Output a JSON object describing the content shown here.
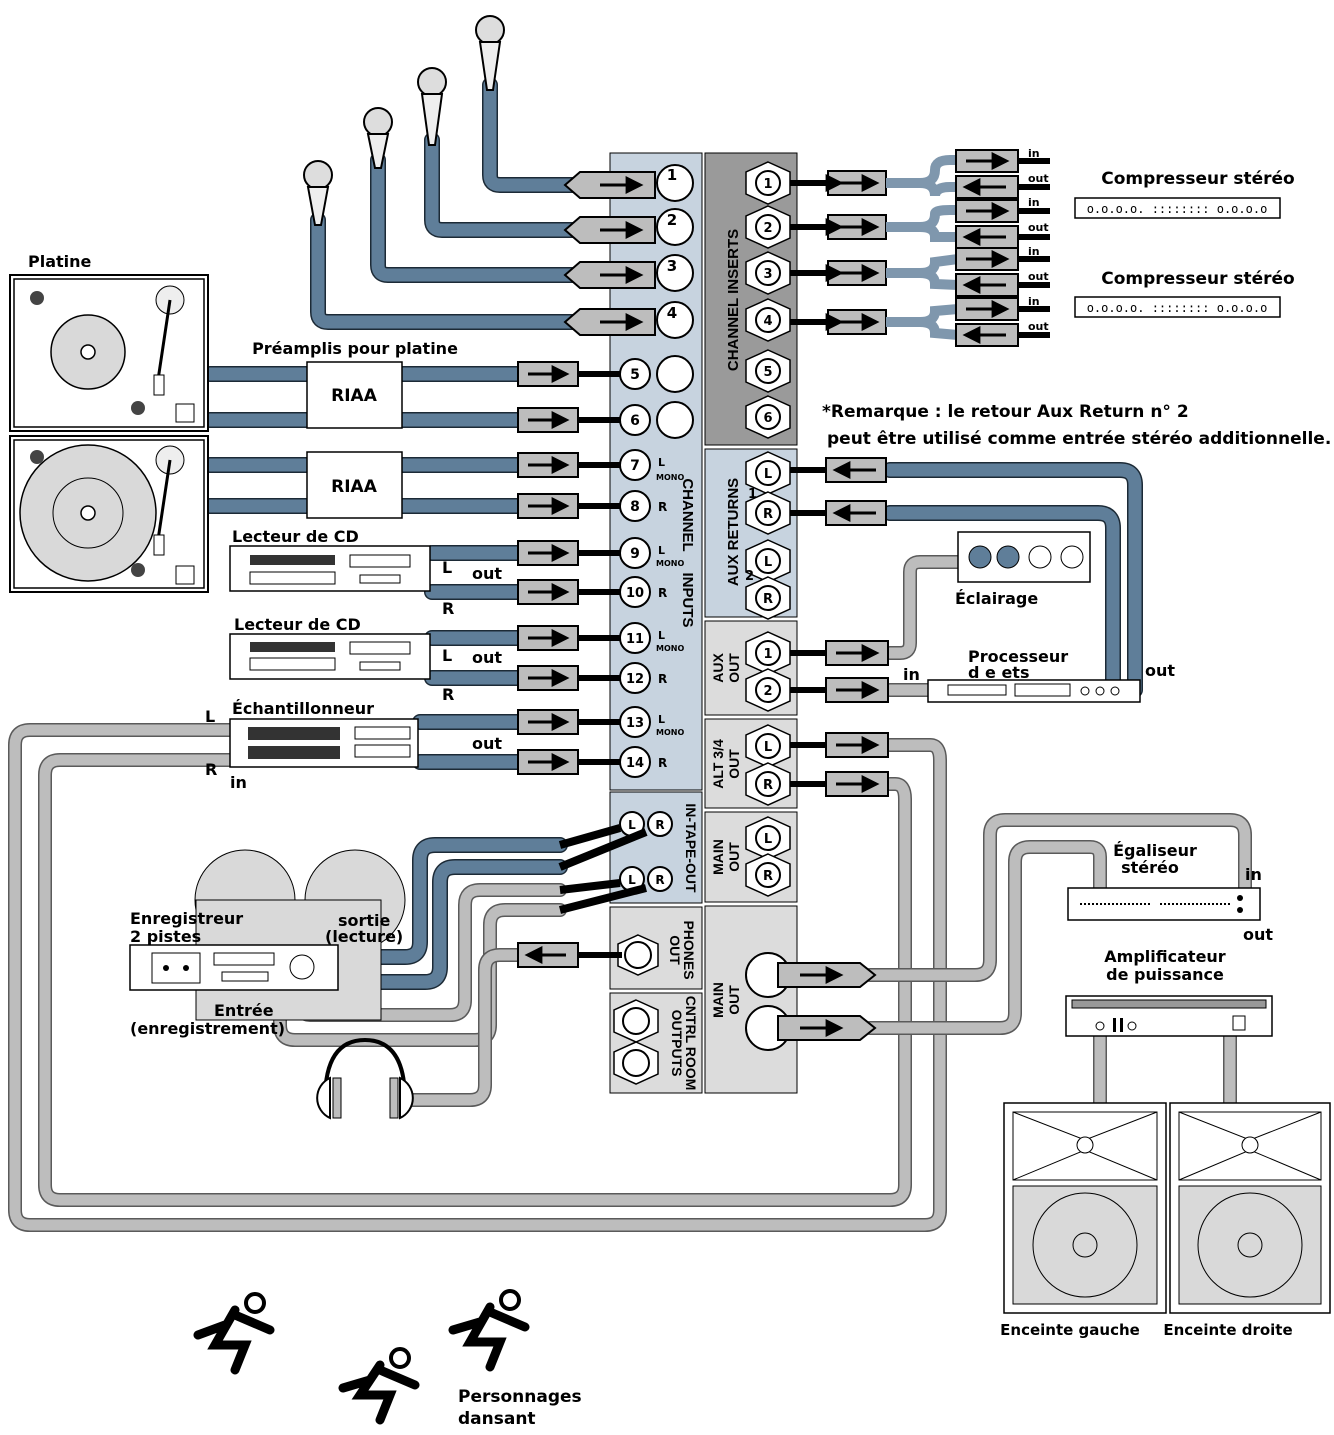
{
  "devices": {
    "turntable": "Platine",
    "preamp_label": "Préamplis pour platine",
    "riaa": "RIAA",
    "cd_player": "Lecteur de CD",
    "sampler": "Échantillonneur",
    "recorder_line1": "Enregistreur",
    "recorder_line2": "2 pistes",
    "playback_line1": "sortie",
    "playback_line2": "(lecture)",
    "record_line1": "Entrée",
    "record_line2": "(enregistrement)",
    "compressor": "Compresseur stéréo",
    "lighting": "Éclairage",
    "processor_line1": "Processeur",
    "processor_line2": "d e ets",
    "eq_line1": "Égaliseur",
    "eq_line2": "stéréo",
    "amp_line1": "Amplificateur",
    "amp_line2": "de puissance",
    "left_speaker": "Enceinte gauche",
    "right_speaker": "Enceinte droite",
    "dancers_line1": "Personnages",
    "dancers_line2": "dansant"
  },
  "note": {
    "line1": "*Remarque : le retour Aux Return n° 2",
    "line2": "peut être utilisé comme entrée stéréo additionnelle."
  },
  "mixer": {
    "sections": {
      "channel_inserts": "CHANNEL INSERTS",
      "channel_inputs_1": "CHANNEL",
      "channel_inputs_2": "INPUTS",
      "aux_returns": "AUX RETURNS",
      "aux_out_1": "AUX",
      "aux_out_2": "OUT",
      "alt_out_1": "ALT 3/4",
      "alt_out_2": "OUT",
      "in_tape_out": "IN-TAPE-OUT",
      "main_out_1": "MAIN",
      "main_out_2": "OUT",
      "phones_1": "PHONES",
      "phones_2": "OUT",
      "cntrl_1": "CNTRL ROOM",
      "cntrl_2": "OUTPUTS"
    },
    "channels": [
      "1",
      "2",
      "3",
      "4",
      "5",
      "6",
      "7",
      "8",
      "9",
      "10",
      "11",
      "12",
      "13",
      "14"
    ],
    "insert_jacks": [
      "1",
      "2",
      "3",
      "4",
      "5",
      "6"
    ],
    "mono": "MONO",
    "L": "L",
    "R": "R",
    "aux_return_nums": [
      "1",
      "2"
    ],
    "aux_out_nums": [
      "1",
      "2"
    ]
  },
  "io": {
    "in": "in",
    "out": "out",
    "L": "L",
    "R": "R"
  }
}
